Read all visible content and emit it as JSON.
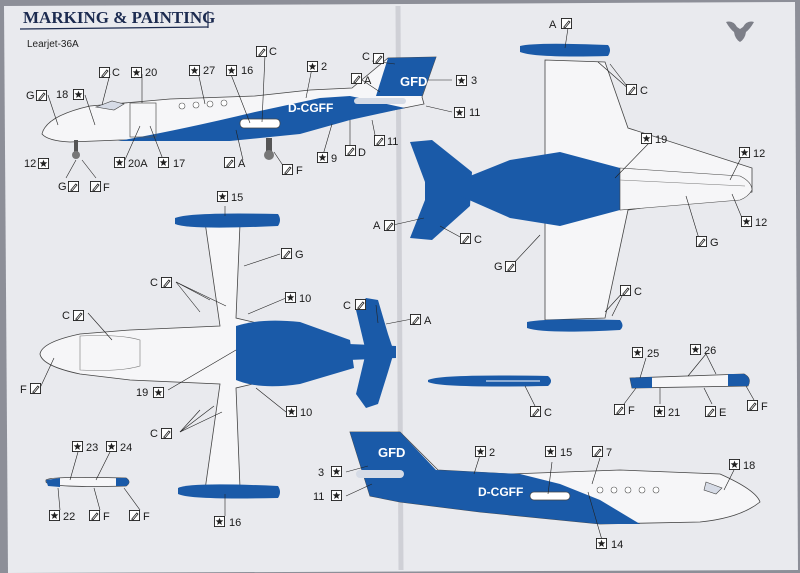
{
  "header": {
    "title": "MARKING & PAINTING",
    "subtitle": "Learjet-36A",
    "logo_icon": "owl-icon"
  },
  "colors": {
    "paper": "#e9eaee",
    "livery_blue": "#1a5aa8",
    "ink": "#1a1a1a",
    "header_navy": "#1c2b50"
  },
  "aircraft_markings": {
    "registration": "D-CGFF",
    "tail_logo": "GFD"
  },
  "callouts": {
    "A": "A",
    "C": "C",
    "D": "D",
    "E": "E",
    "F": "F",
    "G": "G",
    "n2": "2",
    "n3": "3",
    "n7": "7",
    "n9": "9",
    "n10": "10",
    "n11": "11",
    "n12": "12",
    "n14": "14",
    "n15": "15",
    "n16": "16",
    "n17": "17",
    "n18": "18",
    "n19": "19",
    "n20": "20",
    "n20A": "20A",
    "n21": "21",
    "n22": "22",
    "n23": "23",
    "n24": "24",
    "n25": "25",
    "n26": "26",
    "n27": "27"
  }
}
